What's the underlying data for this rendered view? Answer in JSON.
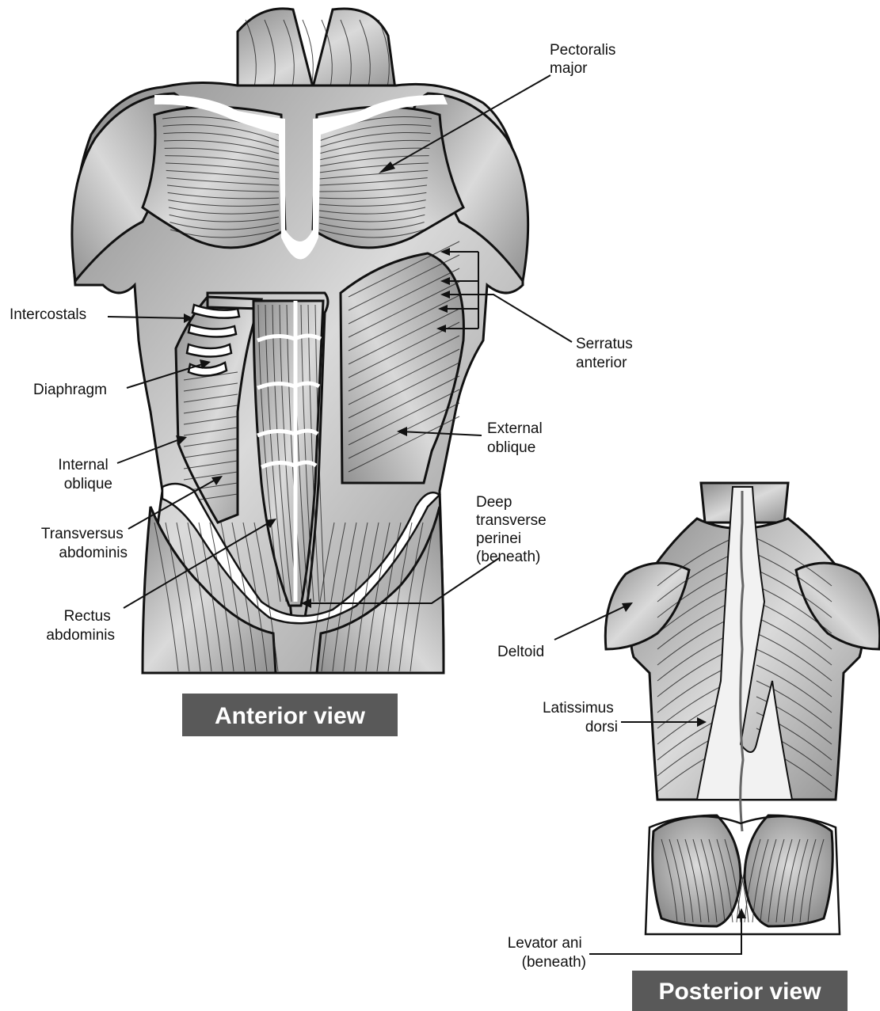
{
  "anterior": {
    "title": "Anterior view",
    "labels": {
      "pectoralis_major": [
        "Pectoralis",
        "major"
      ],
      "serratus_anterior": [
        "Serratus",
        "anterior"
      ],
      "intercostals": [
        "Intercostals"
      ],
      "diaphragm": [
        "Diaphragm"
      ],
      "external_oblique": [
        "External",
        "oblique"
      ],
      "internal_oblique": [
        "Internal",
        "oblique"
      ],
      "deep_transverse_perinei": [
        "Deep",
        "transverse",
        "perinei",
        "(beneath)"
      ],
      "transversus_abdominis": [
        "Transversus",
        "abdominis"
      ],
      "rectus_abdominis": [
        "Rectus",
        "abdominis"
      ]
    }
  },
  "posterior": {
    "title": "Posterior view",
    "labels": {
      "deltoid": [
        "Deltoid"
      ],
      "latissimus_dorsi": [
        "Latissimus",
        "dorsi"
      ],
      "levator_ani": [
        "Levator ani",
        "(beneath)"
      ]
    }
  },
  "colors": {
    "muscle_fill": "#a9a9a9",
    "muscle_light": "#dcdcdc",
    "outline": "#111111",
    "title_box": "#595959"
  }
}
